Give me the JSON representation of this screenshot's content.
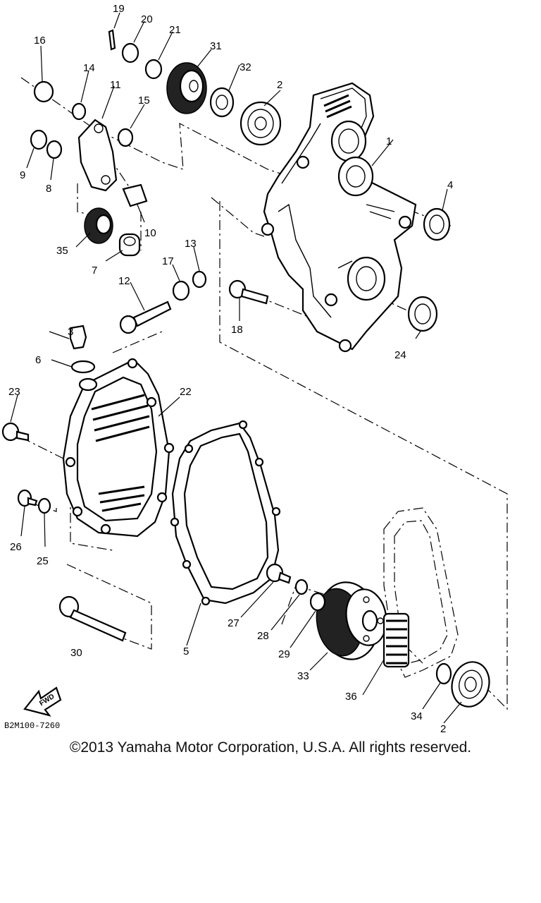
{
  "diagram": {
    "code": "B2M100-7260",
    "fwd_label": "FWD",
    "callouts": [
      "1",
      "2",
      "3",
      "4",
      "5",
      "6",
      "7",
      "8",
      "9",
      "10",
      "11",
      "12",
      "13",
      "14",
      "15",
      "16",
      "17",
      "18",
      "19",
      "20",
      "21",
      "22",
      "23",
      "24",
      "25",
      "26",
      "27",
      "28",
      "29",
      "30",
      "31",
      "32",
      "33",
      "34",
      "35",
      "36"
    ],
    "callout_2b": "2"
  },
  "footer": {
    "copyright": "©2013 Yamaha Motor Corporation, U.S.A. All rights reserved."
  }
}
